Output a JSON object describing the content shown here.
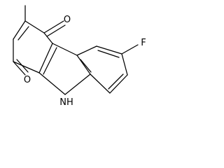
{
  "structure": {
    "atoms": {
      "oxygen_top": "O",
      "oxygen_bottom": "O",
      "fluorine": "F",
      "amine": "NH"
    },
    "colors": {
      "background": "#ffffff",
      "bond": "#000000",
      "label": "#000000"
    }
  }
}
